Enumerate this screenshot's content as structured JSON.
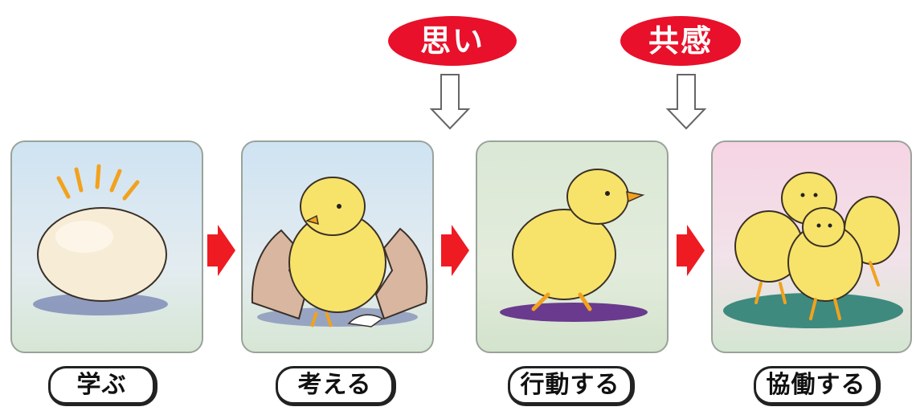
{
  "badges": {
    "omoi": "思い",
    "kyokan": "共感"
  },
  "steps": [
    {
      "label": "学ぶ"
    },
    {
      "label": "考える"
    },
    {
      "label": "行動する"
    },
    {
      "label": "協働する"
    }
  ],
  "colors": {
    "badge_red": "#e8102a",
    "arrow_red": "#ee1b22",
    "chick_yellow": "#f7e36a",
    "egg": "#f7ecd6"
  }
}
